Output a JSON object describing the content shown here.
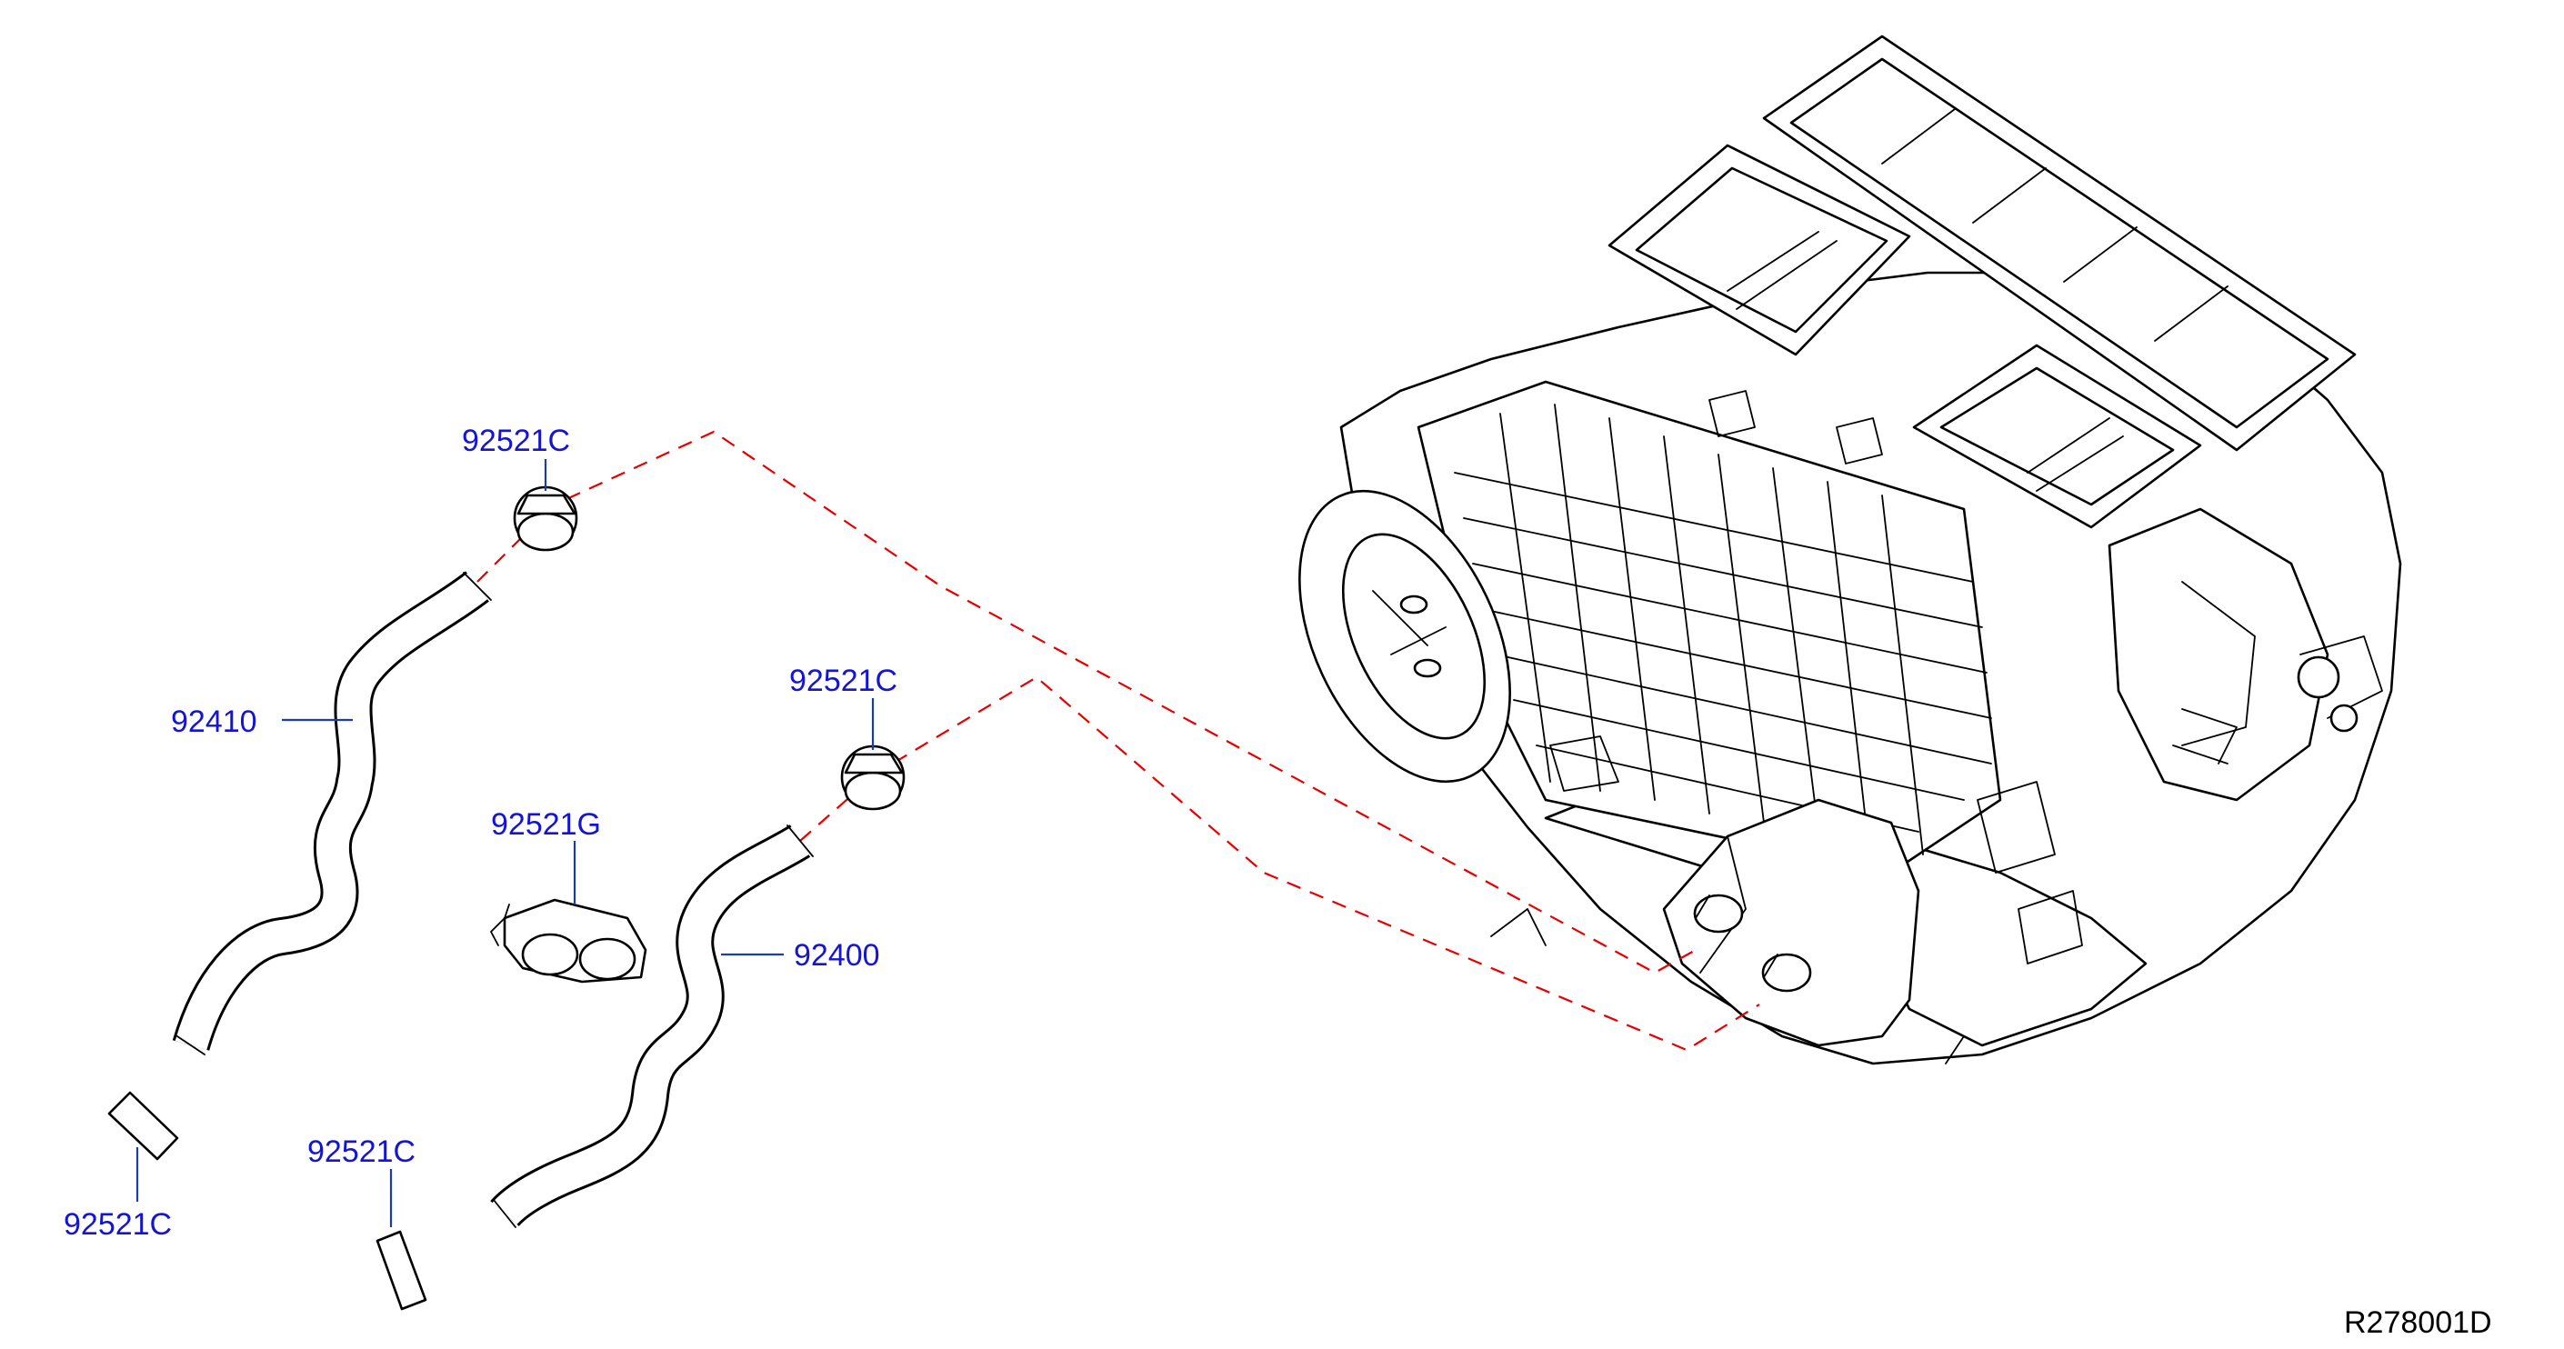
{
  "colors": {
    "label": "#1414d2",
    "leader": "#1a3fa8",
    "phantom": "#e60000",
    "ink": "#000000"
  },
  "callouts": [
    {
      "id": "clamp-upper-1",
      "text": "92521C"
    },
    {
      "id": "hose-92410",
      "text": "92410"
    },
    {
      "id": "clamp-upper-2",
      "text": "92521C"
    },
    {
      "id": "twin-clip",
      "text": "92521G"
    },
    {
      "id": "hose-92400",
      "text": "92400"
    },
    {
      "id": "clamp-lower-1",
      "text": "92521C"
    },
    {
      "id": "clamp-lower-2",
      "text": "92521C"
    }
  ],
  "reference_code": "R278001D"
}
